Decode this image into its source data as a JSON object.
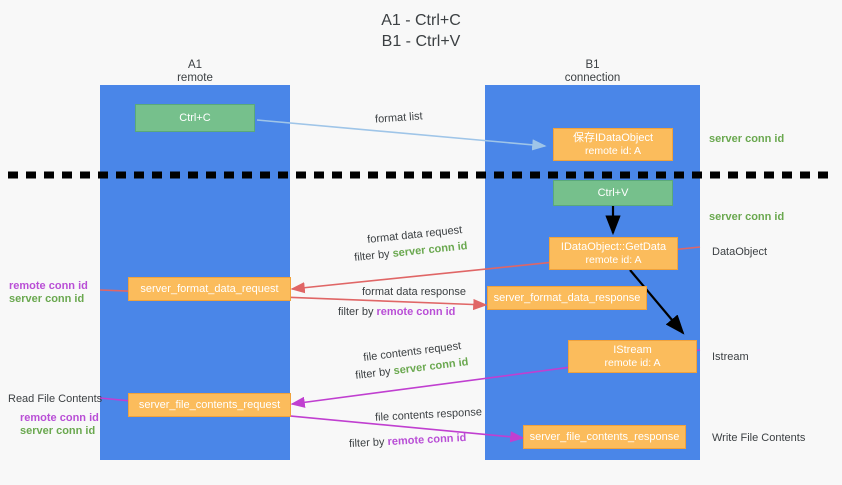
{
  "title": {
    "line1": "A1 - Ctrl+C",
    "line2": "B1 - Ctrl+V"
  },
  "lanes": [
    {
      "id": "a1",
      "name": "A1",
      "sub": "remote",
      "color": "#4a86e8"
    },
    {
      "id": "b1",
      "name": "B1",
      "sub": "connection",
      "color": "#4a86e8"
    }
  ],
  "boxes": [
    {
      "id": "ctrl-c",
      "line1": "Ctrl+C",
      "line2": "",
      "style": "green"
    },
    {
      "id": "save-idataobject",
      "line1": "保存IDataObject",
      "line2": "remote id: A",
      "style": "orange"
    },
    {
      "id": "ctrl-v",
      "line1": "Ctrl+V",
      "line2": "",
      "style": "green"
    },
    {
      "id": "idataobject-getdata",
      "line1": "IDataObject::GetData",
      "line2": "remote id: A",
      "style": "orange"
    },
    {
      "id": "server-format-data-request",
      "line1": "server_format_data_request",
      "line2": "",
      "style": "orange"
    },
    {
      "id": "server-format-data-response",
      "line1": "server_format_data_response",
      "line2": "",
      "style": "orange"
    },
    {
      "id": "istream",
      "line1": "IStream",
      "line2": "remote id: A",
      "style": "orange"
    },
    {
      "id": "server-file-contents-request",
      "line1": "server_file_contents_request",
      "line2": "",
      "style": "orange"
    },
    {
      "id": "server-file-contents-response",
      "line1": "server_file_contents_response",
      "line2": "",
      "style": "orange"
    }
  ],
  "edge_labels": {
    "format_list": "format list",
    "format_data_request": "format data request",
    "format_data_response": "format data response",
    "file_contents_request": "file contents request",
    "file_contents_response": "file contents response",
    "filter_by": "filter by",
    "server_conn_id": "server conn id",
    "remote_conn_id": "remote conn id"
  },
  "side_labels": {
    "right_server_conn_id_top": "server conn id",
    "right_server_conn_id_mid": "server conn id",
    "right_dataobject": "DataObject",
    "right_istream": "Istream",
    "right_write_file_contents": "Write File Contents",
    "left_remote_conn_id": "remote conn id",
    "left_server_conn_id": "server conn id",
    "left_read_file_contents": "Read File Contents",
    "left_remote_conn_id_2": "remote conn id",
    "left_server_conn_id_2": "server conn id"
  },
  "colors": {
    "lane": "#4a86e8",
    "green_box": "#76c08c",
    "orange_box": "#fbbc5c",
    "green_text": "#6aa84f",
    "purple_text": "#b94fd6",
    "arrow_blue": "#9fc5e8",
    "arrow_red": "#e06666",
    "arrow_purple": "#c03fd0",
    "arrow_black": "#000000",
    "divider": "#000000",
    "background": "#f8f8f8"
  }
}
